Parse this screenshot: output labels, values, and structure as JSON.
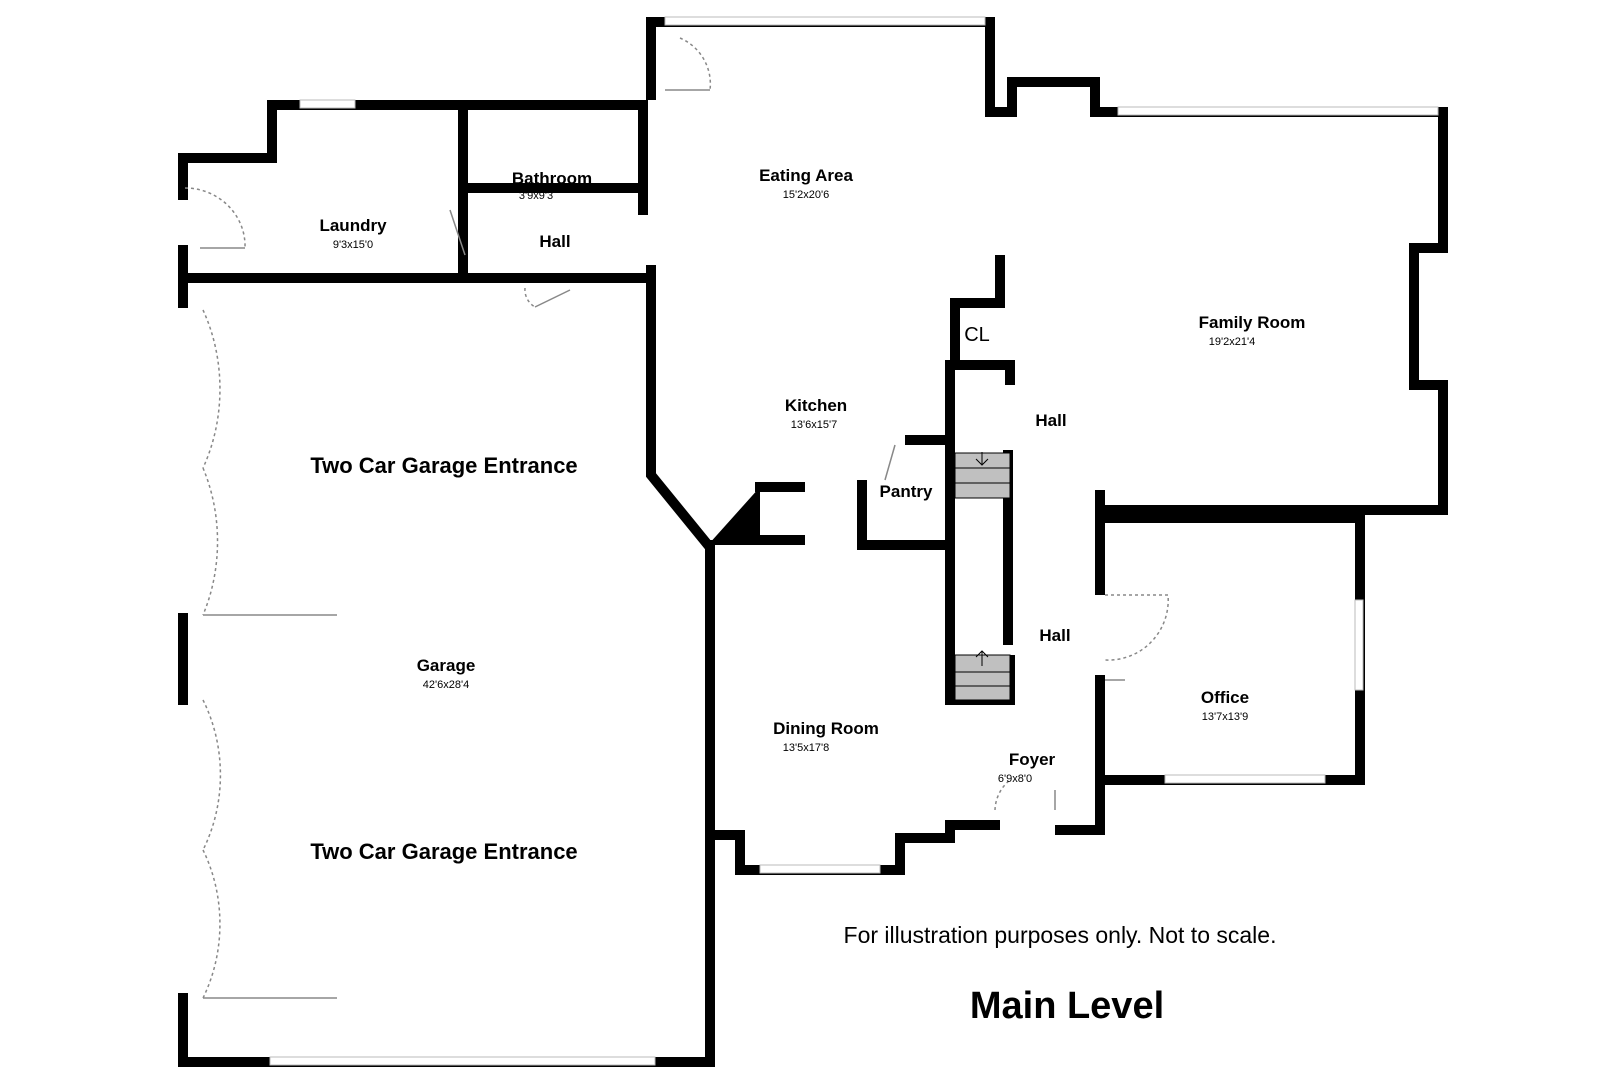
{
  "plan": {
    "title": "Main Level",
    "note": "For illustration purposes only. Not to scale.",
    "rooms": {
      "bathroom": {
        "name": "Bathroom",
        "dim": "3'9x9'3"
      },
      "laundry": {
        "name": "Laundry",
        "dim": "9'3x15'0"
      },
      "hall_upper": {
        "name": "Hall"
      },
      "eating": {
        "name": "Eating Area",
        "dim": "15'2x20'6"
      },
      "family": {
        "name": "Family Room",
        "dim": "19'2x21'4"
      },
      "closet": {
        "name": "CL"
      },
      "kitchen": {
        "name": "Kitchen",
        "dim": "13'6x15'7"
      },
      "hall_mid": {
        "name": "Hall"
      },
      "pantry": {
        "name": "Pantry"
      },
      "hall_lower": {
        "name": "Hall"
      },
      "office": {
        "name": "Office",
        "dim": "13'7x13'9"
      },
      "dining": {
        "name": "Dining Room",
        "dim": "13'5x17'8"
      },
      "foyer": {
        "name": "Foyer",
        "dim": "6'9x8'0"
      },
      "garage": {
        "name": "Garage",
        "dim": "42'6x28'4"
      },
      "garage_entrance_1": {
        "name": "Two Car Garage Entrance"
      },
      "garage_entrance_2": {
        "name": "Two Car Garage Entrance"
      }
    }
  }
}
